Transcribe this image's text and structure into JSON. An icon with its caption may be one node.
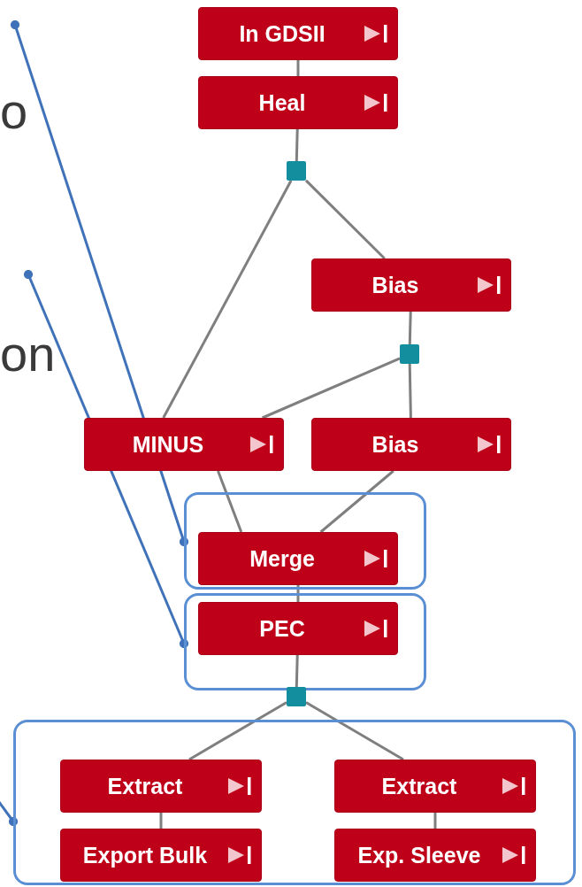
{
  "diagram": {
    "nodes": [
      {
        "text": [
          "In GDSII"
        ]
      },
      {
        "text": [
          "Heal"
        ]
      },
      {
        "text": [],
        "shape": "box"
      },
      {
        "text": [
          "Bias"
        ]
      },
      {
        "text": [],
        "shape": "box"
      },
      {
        "text": [
          "MINUS"
        ]
      },
      {
        "text": [
          "Bias"
        ]
      },
      {
        "text": [],
        "shape": "box"
      },
      {
        "text": [
          "Merge"
        ],
        "in": 7
      },
      {
        "text": [],
        "shape": "box"
      },
      {
        "text": [
          "PEC"
        ],
        "in": 9
      },
      {
        "text": [],
        "shape": "box"
      },
      {
        "text": [],
        "shape": "box"
      },
      {
        "text": [
          "Extract"
        ],
        "in": 12
      },
      {
        "text": [
          "Extract"
        ],
        "in": 12
      },
      {
        "text": [
          "Export Bulk"
        ],
        "in": 12
      },
      {
        "text": [
          "Exp. Sleeve"
        ],
        "in": 12
      }
    ],
    "edges": [
      {
        "from": 0,
        "to": 1,
        "arrow": "none"
      },
      {
        "from": 1,
        "to": 2,
        "arrow": "none"
      },
      {
        "from": 2,
        "to": 3,
        "arrow": "none"
      },
      {
        "from": 2,
        "to": 5,
        "arrow": "none"
      },
      {
        "from": 3,
        "to": 4,
        "arrow": "none"
      },
      {
        "from": 4,
        "to": 5,
        "arrow": "none"
      },
      {
        "from": 4,
        "to": 6,
        "arrow": "none"
      },
      {
        "from": 5,
        "to": 8,
        "arrow": "none"
      },
      {
        "from": 6,
        "to": 8,
        "arrow": "none"
      },
      {
        "from": 8,
        "to": 10,
        "arrow": "none"
      },
      {
        "from": 10,
        "to": 11,
        "arrow": "none"
      },
      {
        "from": 11,
        "to": 13,
        "arrow": "none"
      },
      {
        "from": 11,
        "to": 14,
        "arrow": "none"
      },
      {
        "from": 13,
        "to": 15,
        "arrow": "none"
      },
      {
        "from": 14,
        "to": 16,
        "arrow": "none"
      },
      {
        "from": null,
        "to": 7,
        "arrow": "other",
        "color": "#3f72b8"
      },
      {
        "from": null,
        "to": 9,
        "arrow": "other",
        "color": "#3f72b8"
      },
      {
        "from": null,
        "to": 12,
        "arrow": "other",
        "color": "#3f72b8"
      }
    ],
    "labels": [
      "o",
      "on"
    ]
  }
}
